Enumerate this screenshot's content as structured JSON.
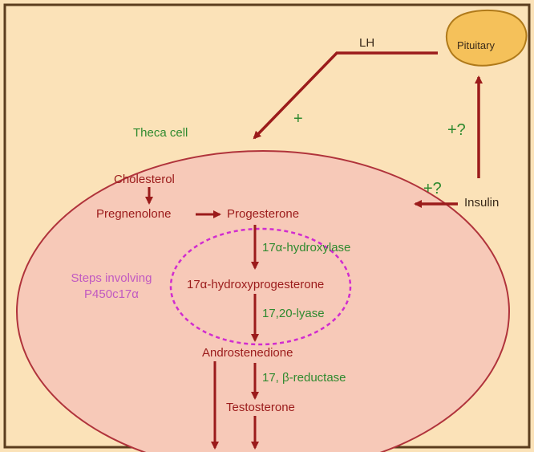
{
  "colors": {
    "background": "#fbe2b8",
    "frame": "#5b3d1e",
    "cell_fill": "#f7c9b8",
    "cell_stroke": "#b0333b",
    "arrow": "#9b1b1b",
    "pathway_text": "#9b1b1b",
    "enzyme_text": "#2f8a2f",
    "p450_text": "#c159c1",
    "pituitary_fill": "#f5c15a",
    "pituitary_stroke": "#b07a1a"
  },
  "labels": {
    "lh": "LH",
    "pituitary": "Pituitary",
    "theca_cell": "Theca cell",
    "plus": "+",
    "plus_q_top": "+?",
    "plus_q_insulin": "+?",
    "insulin": "Insulin"
  },
  "pathway": {
    "cholesterol": "Cholesterol",
    "pregnenolone": "Pregnenolone",
    "progesterone": "Progesterone",
    "hydroxyprogesterone": "17α-hydroxyprogesterone",
    "androstenedione": "Androstenedione",
    "testosterone": "Testosterone"
  },
  "enzymes": {
    "hydroxylase": "17α-hydroxylase",
    "lyase": "17,20-lyase",
    "reductase": "17, β-reductase"
  },
  "p450_note": {
    "line1": "Steps involving",
    "line2": "P450c17α"
  }
}
